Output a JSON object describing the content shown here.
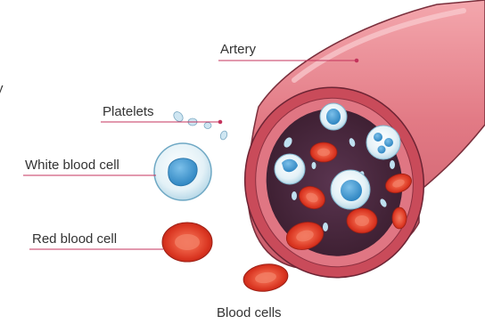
{
  "labels": {
    "artery": "Artery",
    "platelets": "Platelets",
    "white_blood_cell": "White blood cell",
    "red_blood_cell": "Red blood cell",
    "blood_cells": "Blood cells"
  },
  "colors": {
    "artery_wall": "#e57f8a",
    "artery_inner": "#c94856",
    "lumen": "#5a2a3c",
    "red_cell": "#e0412a",
    "red_cell_center": "#f2705a",
    "white_cell": "#dfeff5",
    "white_nucleus": "#4a9fd4",
    "platelet": "#b8d8ea",
    "leader_line": "#c0315a"
  }
}
